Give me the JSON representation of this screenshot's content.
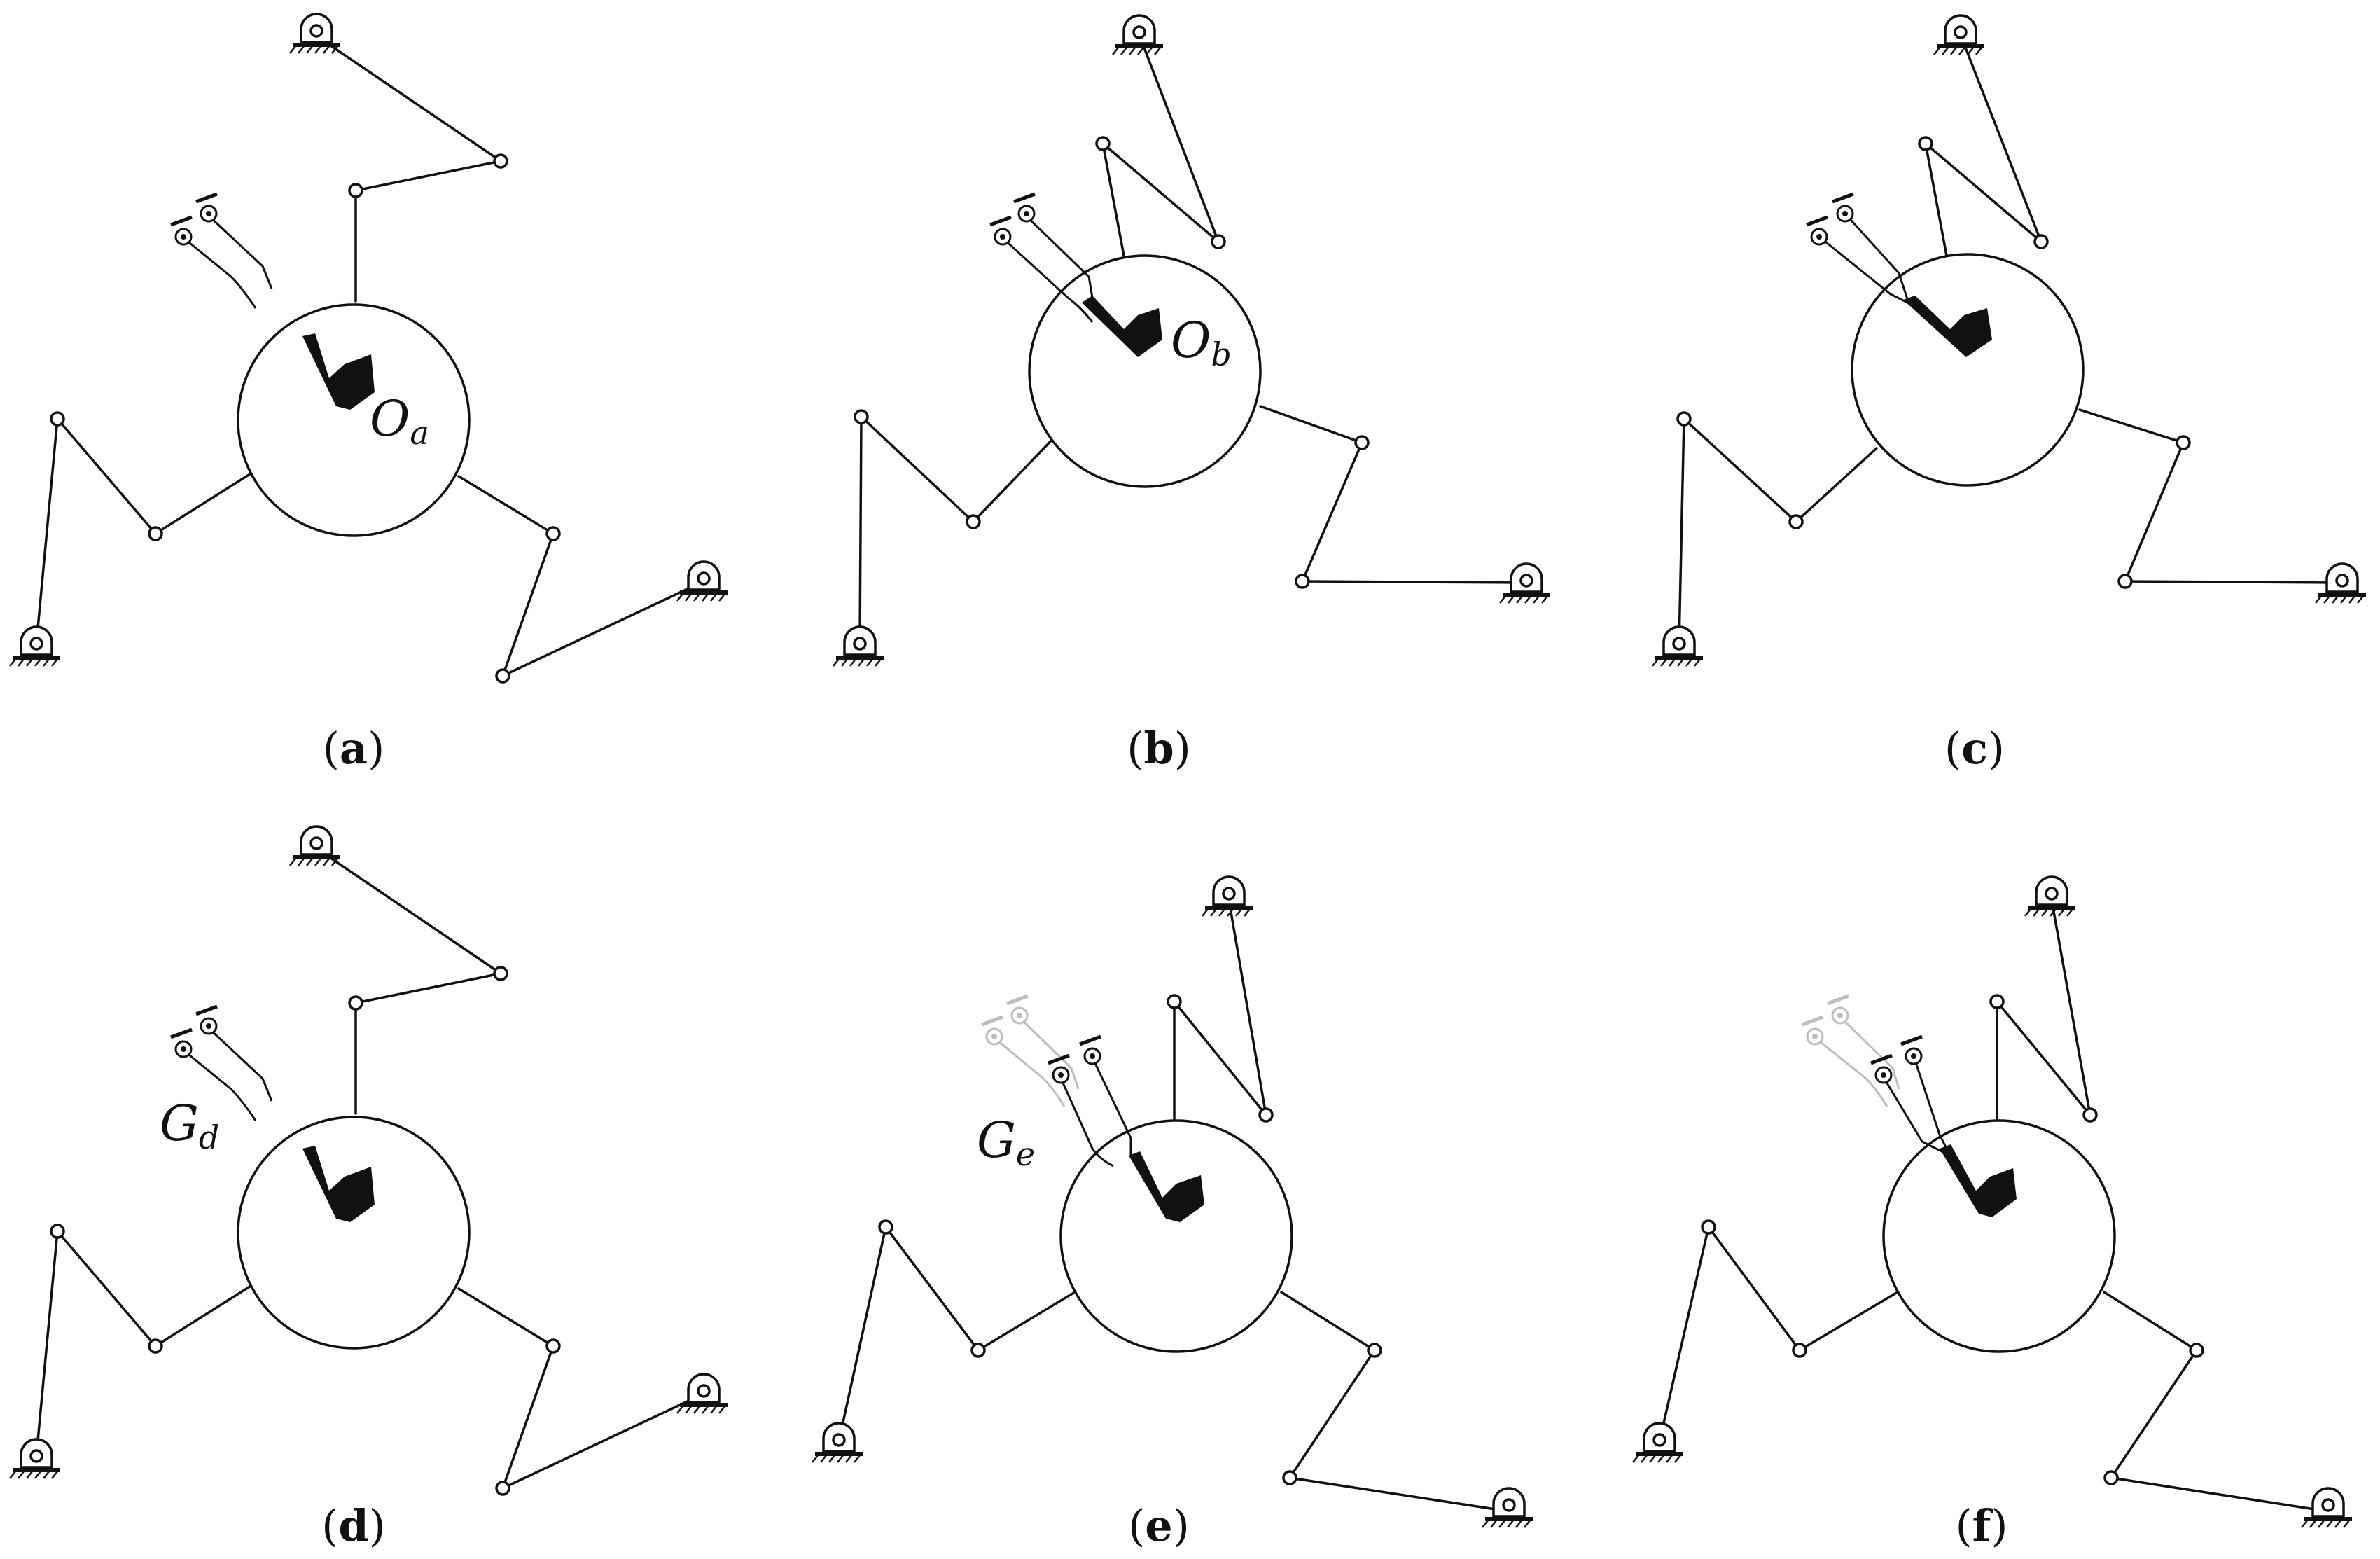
{
  "panels": [
    {
      "id": "a",
      "caption": "a",
      "label": "O",
      "label_sub": "a"
    },
    {
      "id": "b",
      "caption": "b",
      "label": "O",
      "label_sub": "b"
    },
    {
      "id": "c",
      "caption": "c",
      "label": "",
      "label_sub": ""
    },
    {
      "id": "d",
      "caption": "d",
      "label": "G",
      "label_sub": "d"
    },
    {
      "id": "e",
      "caption": "e",
      "label": "G",
      "label_sub": "e"
    },
    {
      "id": "f",
      "caption": "f",
      "label": "",
      "label_sub": ""
    }
  ],
  "caption_open": "(",
  "caption_close": ")",
  "colors": {
    "ink": "#111111",
    "ghost": "#bdbdbd"
  }
}
